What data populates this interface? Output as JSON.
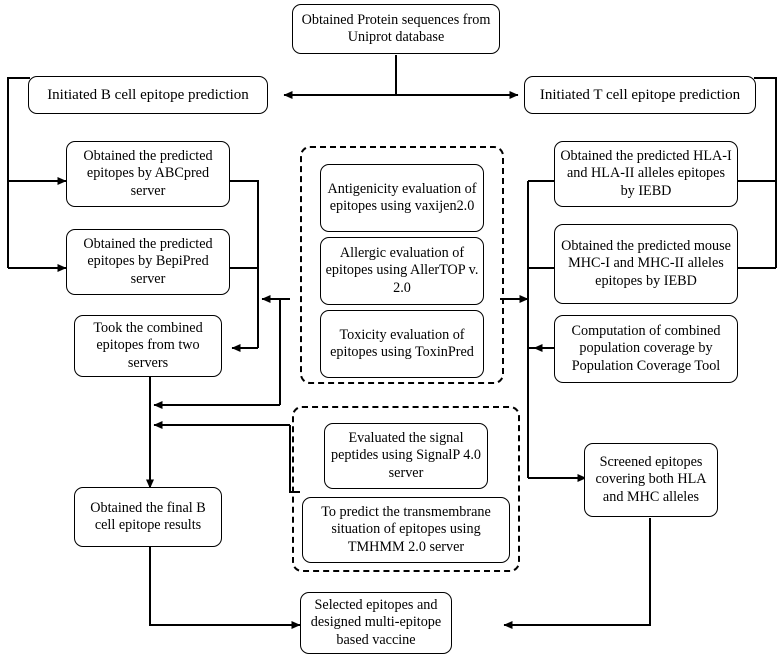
{
  "diagram": {
    "title": "Multi-epitope vaccine design workflow",
    "type": "flowchart",
    "background_color": "#ffffff",
    "line_color": "#000000",
    "text_color": "#000000"
  },
  "nodes": {
    "source": "Obtained Protein sequences from Uniprot database",
    "b_cell_start": "Initiated B cell epitope prediction",
    "t_cell_start": "Initiated T cell epitope prediction",
    "abcpred": "Obtained the predicted epitopes by ABCpred server",
    "bepipred": "Obtained the predicted epitopes by BepiPred server",
    "combined_two_servers": "Took the combined epitopes from two servers",
    "final_b_results": "Obtained the final B cell epitope results",
    "hla": "Obtained the predicted HLA-I and HLA-II alleles epitopes by IEBD",
    "mouse_mhc": "Obtained the predicted mouse MHC-I and MHC-II alleles epitopes by IEBD",
    "population_coverage": "Computation of combined population coverage by Population Coverage Tool",
    "screened": "Screened epitopes covering both HLA and MHC alleles",
    "final_vaccine": "Selected epitopes and designed multi-epitope based vaccine"
  },
  "dashed_group_one": {
    "label": "epitope-evaluation-group",
    "items": {
      "antigenicity": "Antigenicity evaluation of epitopes using vaxijen2.0",
      "allergic": "Allergic evaluation of epitopes using AllerTOP v. 2.0",
      "toxicity": "Toxicity evaluation of epitopes using ToxinPred"
    }
  },
  "dashed_group_two": {
    "label": "signal-transmembrane-group",
    "items": {
      "signalp": "Evaluated the signal peptides using SignalP 4.0 server",
      "tmhmm": "To predict the transmembrane situation of epitopes using TMHMM 2.0 server"
    }
  },
  "edges": [
    {
      "from": "source",
      "to": "b_cell_start",
      "style": "orthogonal-arrow"
    },
    {
      "from": "source",
      "to": "t_cell_start",
      "style": "orthogonal-arrow"
    },
    {
      "from": "b_cell_start",
      "to": "abcpred",
      "style": "orthogonal-arrow"
    },
    {
      "from": "b_cell_start",
      "to": "bepipred",
      "style": "orthogonal-arrow"
    },
    {
      "from": "abcpred",
      "to": "combined_two_servers",
      "style": "orthogonal-arrow"
    },
    {
      "from": "bepipred",
      "to": "combined_two_servers",
      "style": "orthogonal-arrow"
    },
    {
      "from": "dashed_group_one",
      "to": "bepipred-lane",
      "style": "arrow-left"
    },
    {
      "from": "dashed_group_one",
      "to": "hla-lane",
      "style": "arrow-right"
    },
    {
      "from": "t_cell_start",
      "to": "hla",
      "style": "orthogonal-arrow"
    },
    {
      "from": "t_cell_start",
      "to": "mouse_mhc",
      "style": "orthogonal-arrow"
    },
    {
      "from": "hla",
      "to": "dashed_group_one",
      "style": "orthogonal"
    },
    {
      "from": "mouse_mhc",
      "to": "dashed_group_one",
      "style": "orthogonal"
    },
    {
      "from": "population_coverage",
      "to": "t-lane",
      "style": "arrow-left"
    },
    {
      "from": "combined_two_servers",
      "to": "final_b_results",
      "style": "straight-arrow"
    },
    {
      "from": "dashed_group_two",
      "to": "b-lane",
      "style": "arrow-left"
    },
    {
      "from": "dashed_group_two",
      "to": "screened",
      "style": "orthogonal-arrow"
    },
    {
      "from": "final_b_results",
      "to": "final_vaccine",
      "style": "orthogonal-arrow"
    },
    {
      "from": "screened",
      "to": "final_vaccine",
      "style": "orthogonal-arrow"
    }
  ]
}
